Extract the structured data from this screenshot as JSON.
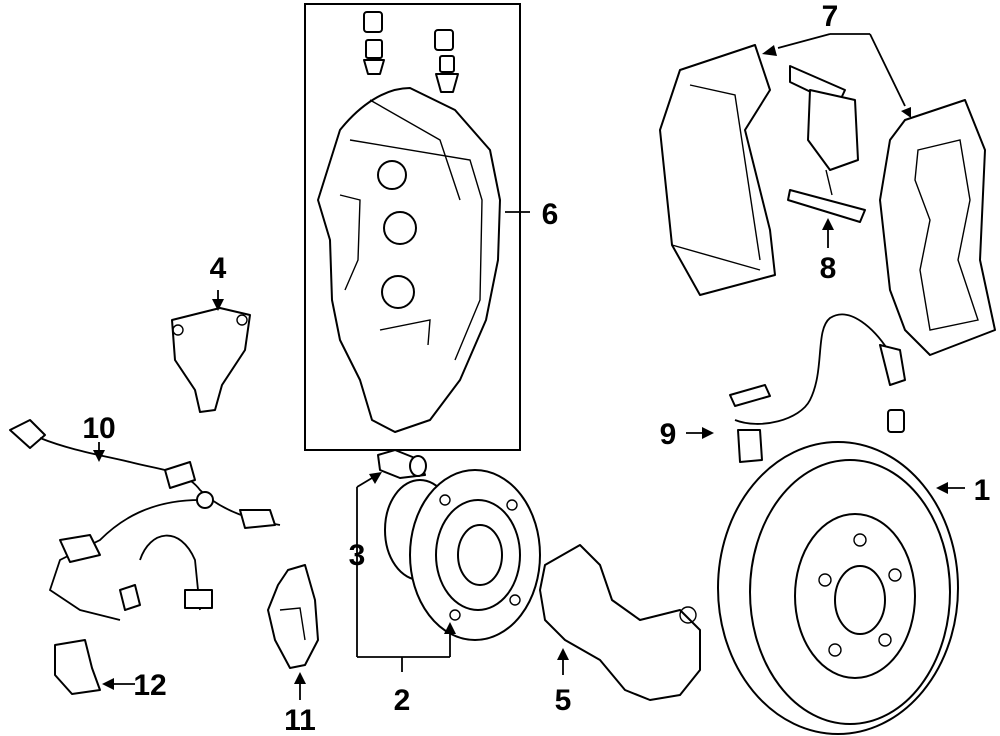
{
  "diagram": {
    "callouts": [
      {
        "id": "1",
        "text": "1",
        "part": "brake-rotor"
      },
      {
        "id": "2",
        "text": "2",
        "part": "hub-bearing-assembly"
      },
      {
        "id": "3",
        "text": "3",
        "part": "wheel-stud"
      },
      {
        "id": "4",
        "text": "4",
        "part": "bracket"
      },
      {
        "id": "5",
        "text": "5",
        "part": "splash-shield"
      },
      {
        "id": "6",
        "text": "6",
        "part": "brake-caliper-assembly"
      },
      {
        "id": "7",
        "text": "7",
        "part": "brake-pads"
      },
      {
        "id": "8",
        "text": "8",
        "part": "pad-hardware-clip"
      },
      {
        "id": "9",
        "text": "9",
        "part": "brake-hose"
      },
      {
        "id": "10",
        "text": "10",
        "part": "sensor-wiring-harness"
      },
      {
        "id": "11",
        "text": "11",
        "part": "bracket"
      },
      {
        "id": "12",
        "text": "12",
        "part": "clip"
      }
    ]
  }
}
